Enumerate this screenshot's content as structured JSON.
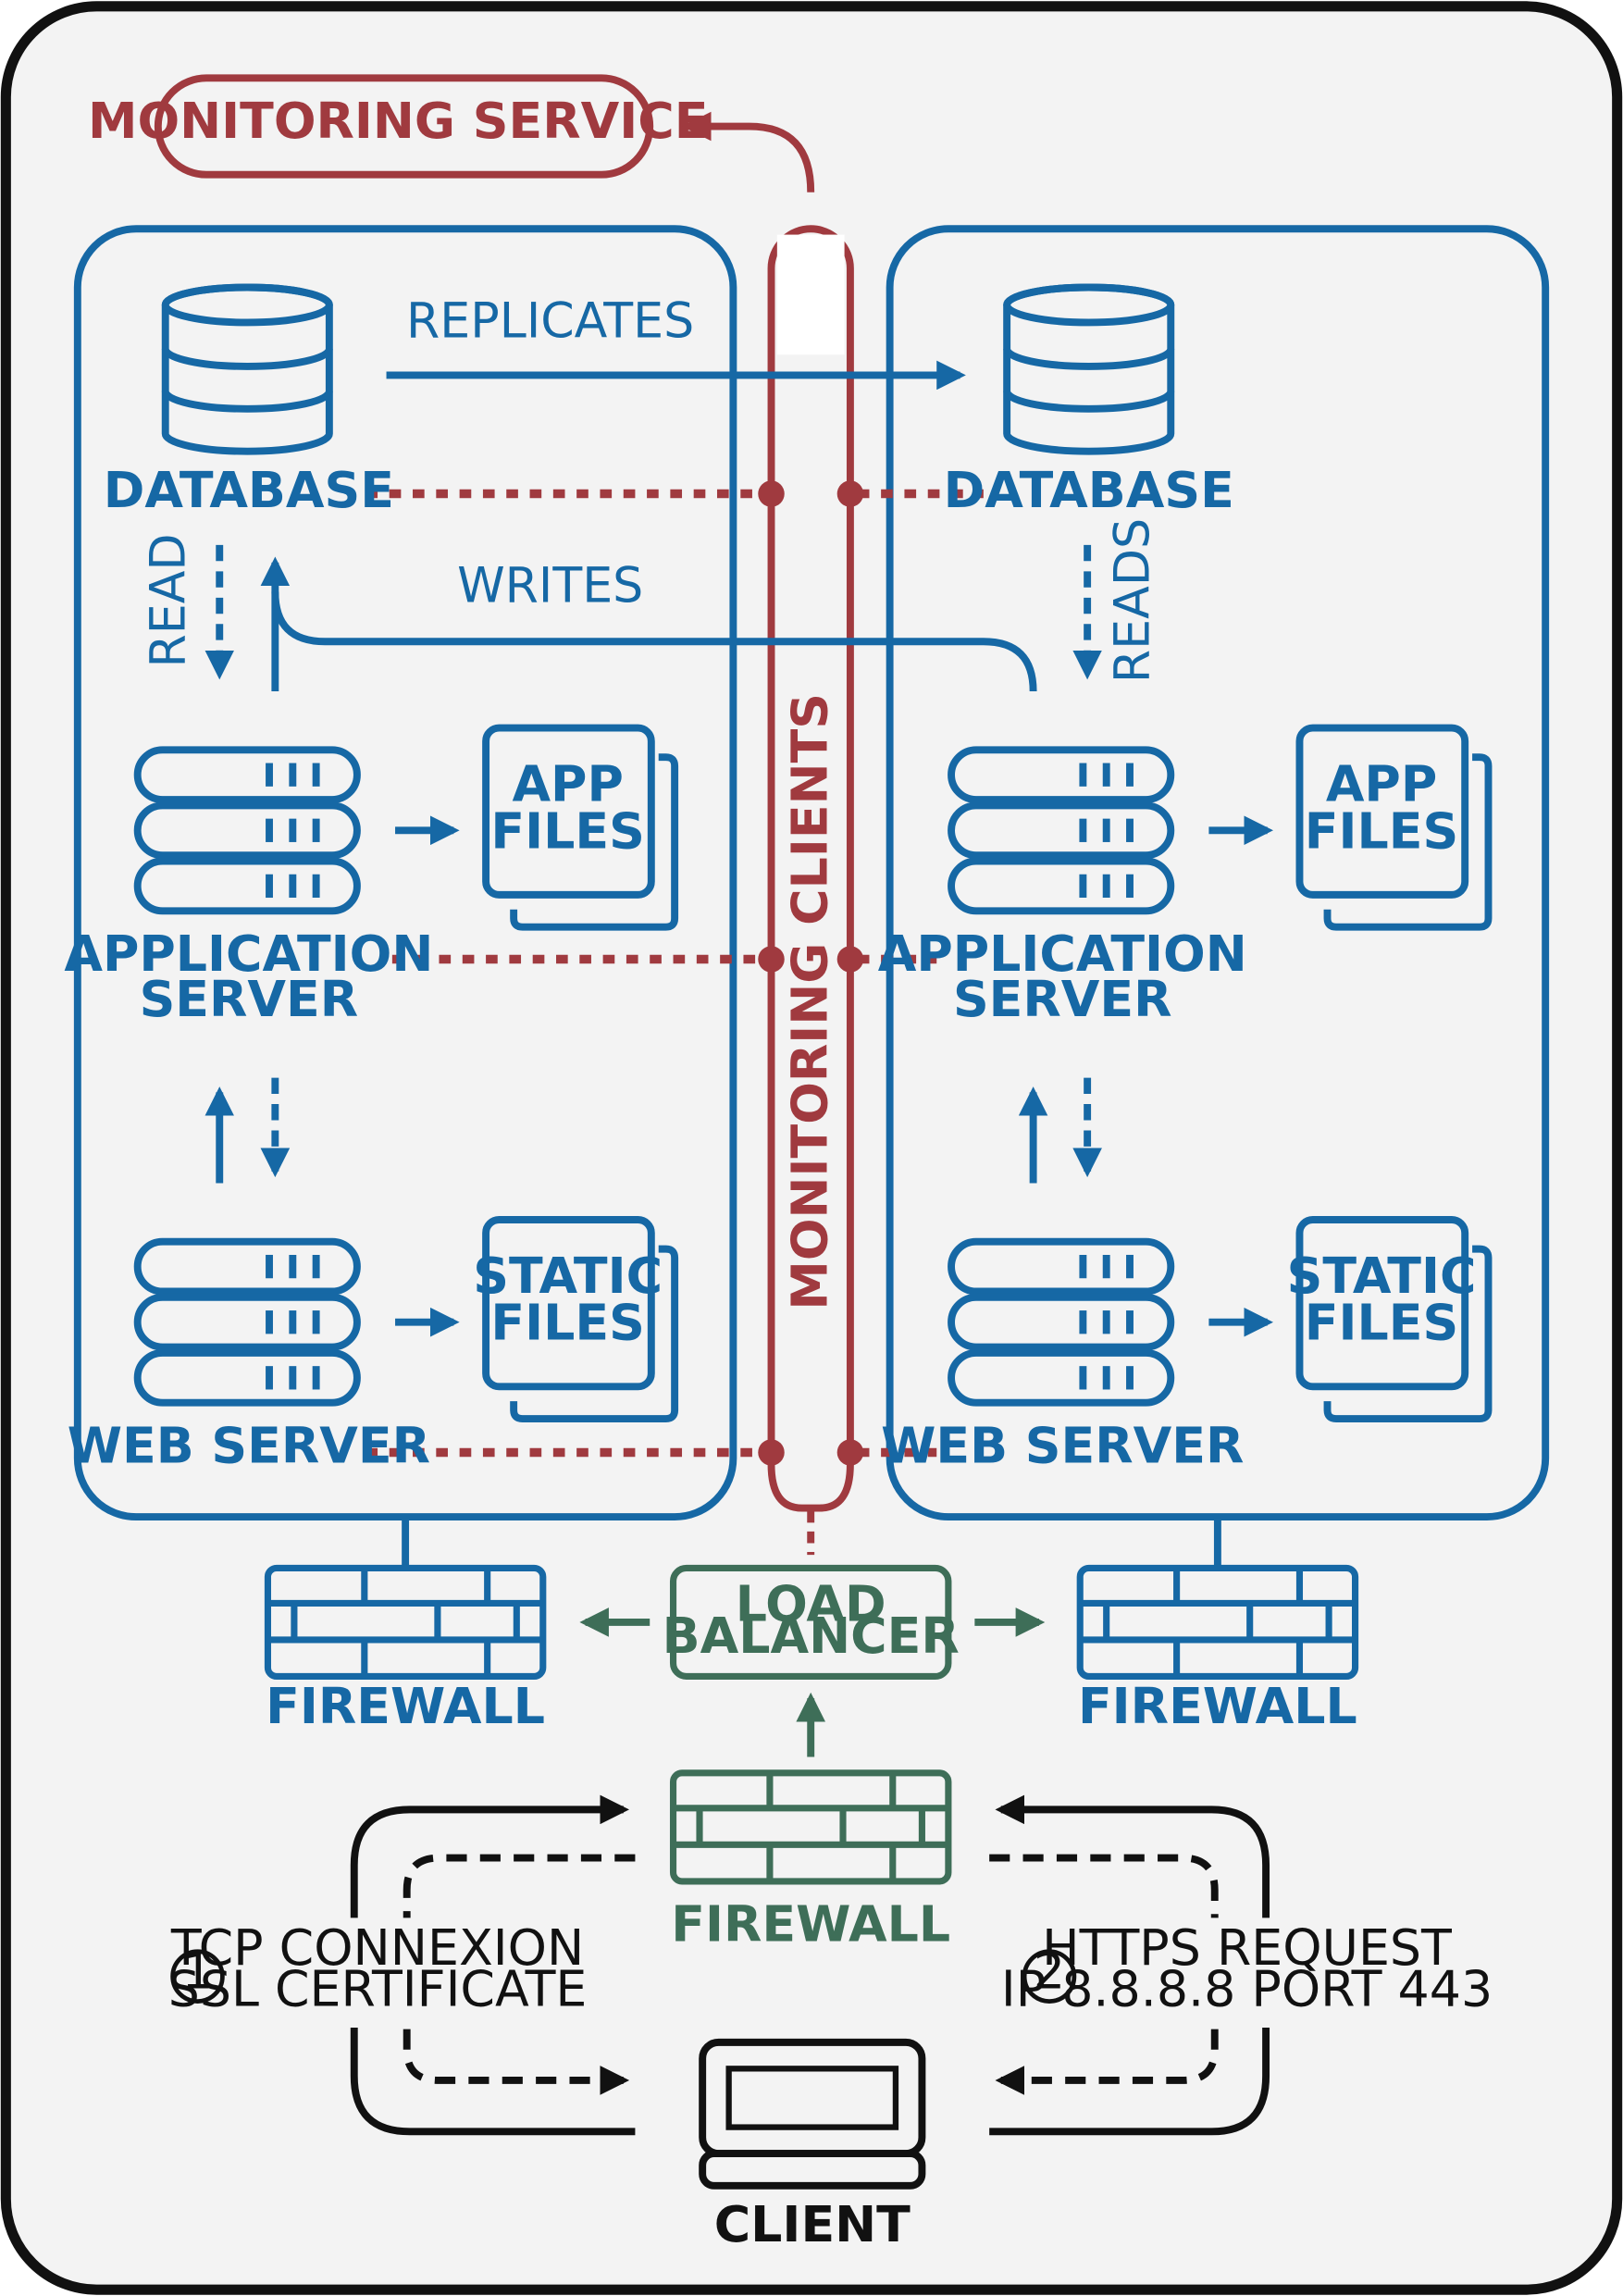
{
  "colors": {
    "blue": "#1668a5",
    "red": "#a03a3f",
    "green": "#3e6e58",
    "black": "#111111",
    "background": "#f3f3f3"
  },
  "monitoring_service": {
    "label": "MONITORING SERVICE"
  },
  "monitoring_clients": {
    "label": "MONITORING  CLIENTS"
  },
  "left_zone": {
    "database": "DATABASE",
    "replicates": "REPLICATES",
    "writes": "WRITES",
    "read": "READ",
    "app_server": [
      "APPLICATION",
      "SERVER"
    ],
    "app_files": [
      "APP",
      "FILES"
    ],
    "web_server": "WEB SERVER",
    "static_files": [
      "STATIC",
      "FILES"
    ]
  },
  "right_zone": {
    "database": "DATABASE",
    "reads": "READS",
    "app_server": [
      "APPLICATION",
      "SERVER"
    ],
    "app_files": [
      "APP",
      "FILES"
    ],
    "web_server": "WEB SERVER",
    "static_files": [
      "STATIC",
      "FILES"
    ]
  },
  "firewall_left": "FIREWALL",
  "firewall_right": "FIREWALL",
  "load_balancer": [
    "LOAD",
    "BALANCER"
  ],
  "firewall_front": "FIREWALL",
  "step1": {
    "number": "1",
    "lines": [
      "TCP CONNEXION",
      "SSL CERTIFICATE"
    ]
  },
  "step2": {
    "number": "2",
    "lines": [
      "HTTPS REQUEST",
      "IP 8.8.8.8 PORT 443"
    ]
  },
  "client": "CLIENT"
}
